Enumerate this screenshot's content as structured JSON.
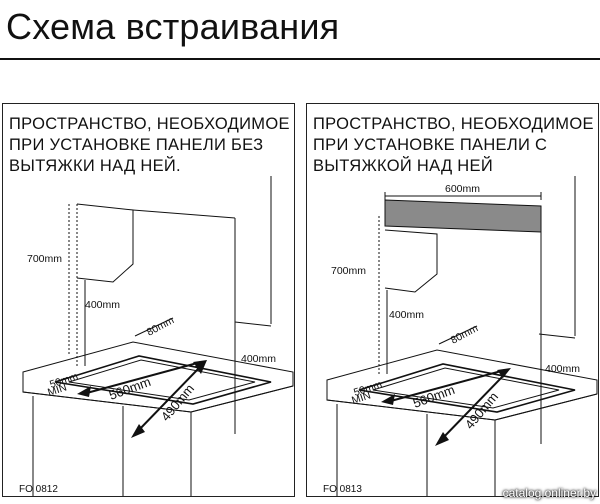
{
  "title": "Схема встраивания",
  "left_panel": {
    "caption": [
      "ПРОСТРАНСТВО, НЕОБХОДИМОЕ",
      "ПРИ УСТАНОВКЕ ПАНЕЛИ БЕЗ",
      "ВЫТЯЖКИ НАД НЕЙ."
    ],
    "dims": {
      "cabinet_height": "700mm",
      "above_hob": "400mm",
      "side_clearance": "400mm",
      "back_gap": "80mm",
      "front_gap": "50mm",
      "front_gap_min": "MIN",
      "width": "560mm",
      "depth": "490mm"
    },
    "code": "FO 0812"
  },
  "right_panel": {
    "caption": [
      "ПРОСТРАНСТВО, НЕОБХОДИМОЕ",
      "ПРИ УСТАНОВКЕ ПАНЕЛИ С",
      "ВЫТЯЖКОЙ НАД НЕЙ"
    ],
    "dims": {
      "hood_width": "600mm",
      "cabinet_height": "700mm",
      "above_hob": "400mm",
      "side_clearance": "400mm",
      "back_gap": "80mm",
      "front_gap": "50mm",
      "front_gap_min": "MIN",
      "width": "560mm",
      "depth": "490mm"
    },
    "code": "FO 0813"
  },
  "watermark": "catalog.onliner.by",
  "colors": {
    "hood_fill": "#8a8a8a",
    "line": "#111111"
  }
}
